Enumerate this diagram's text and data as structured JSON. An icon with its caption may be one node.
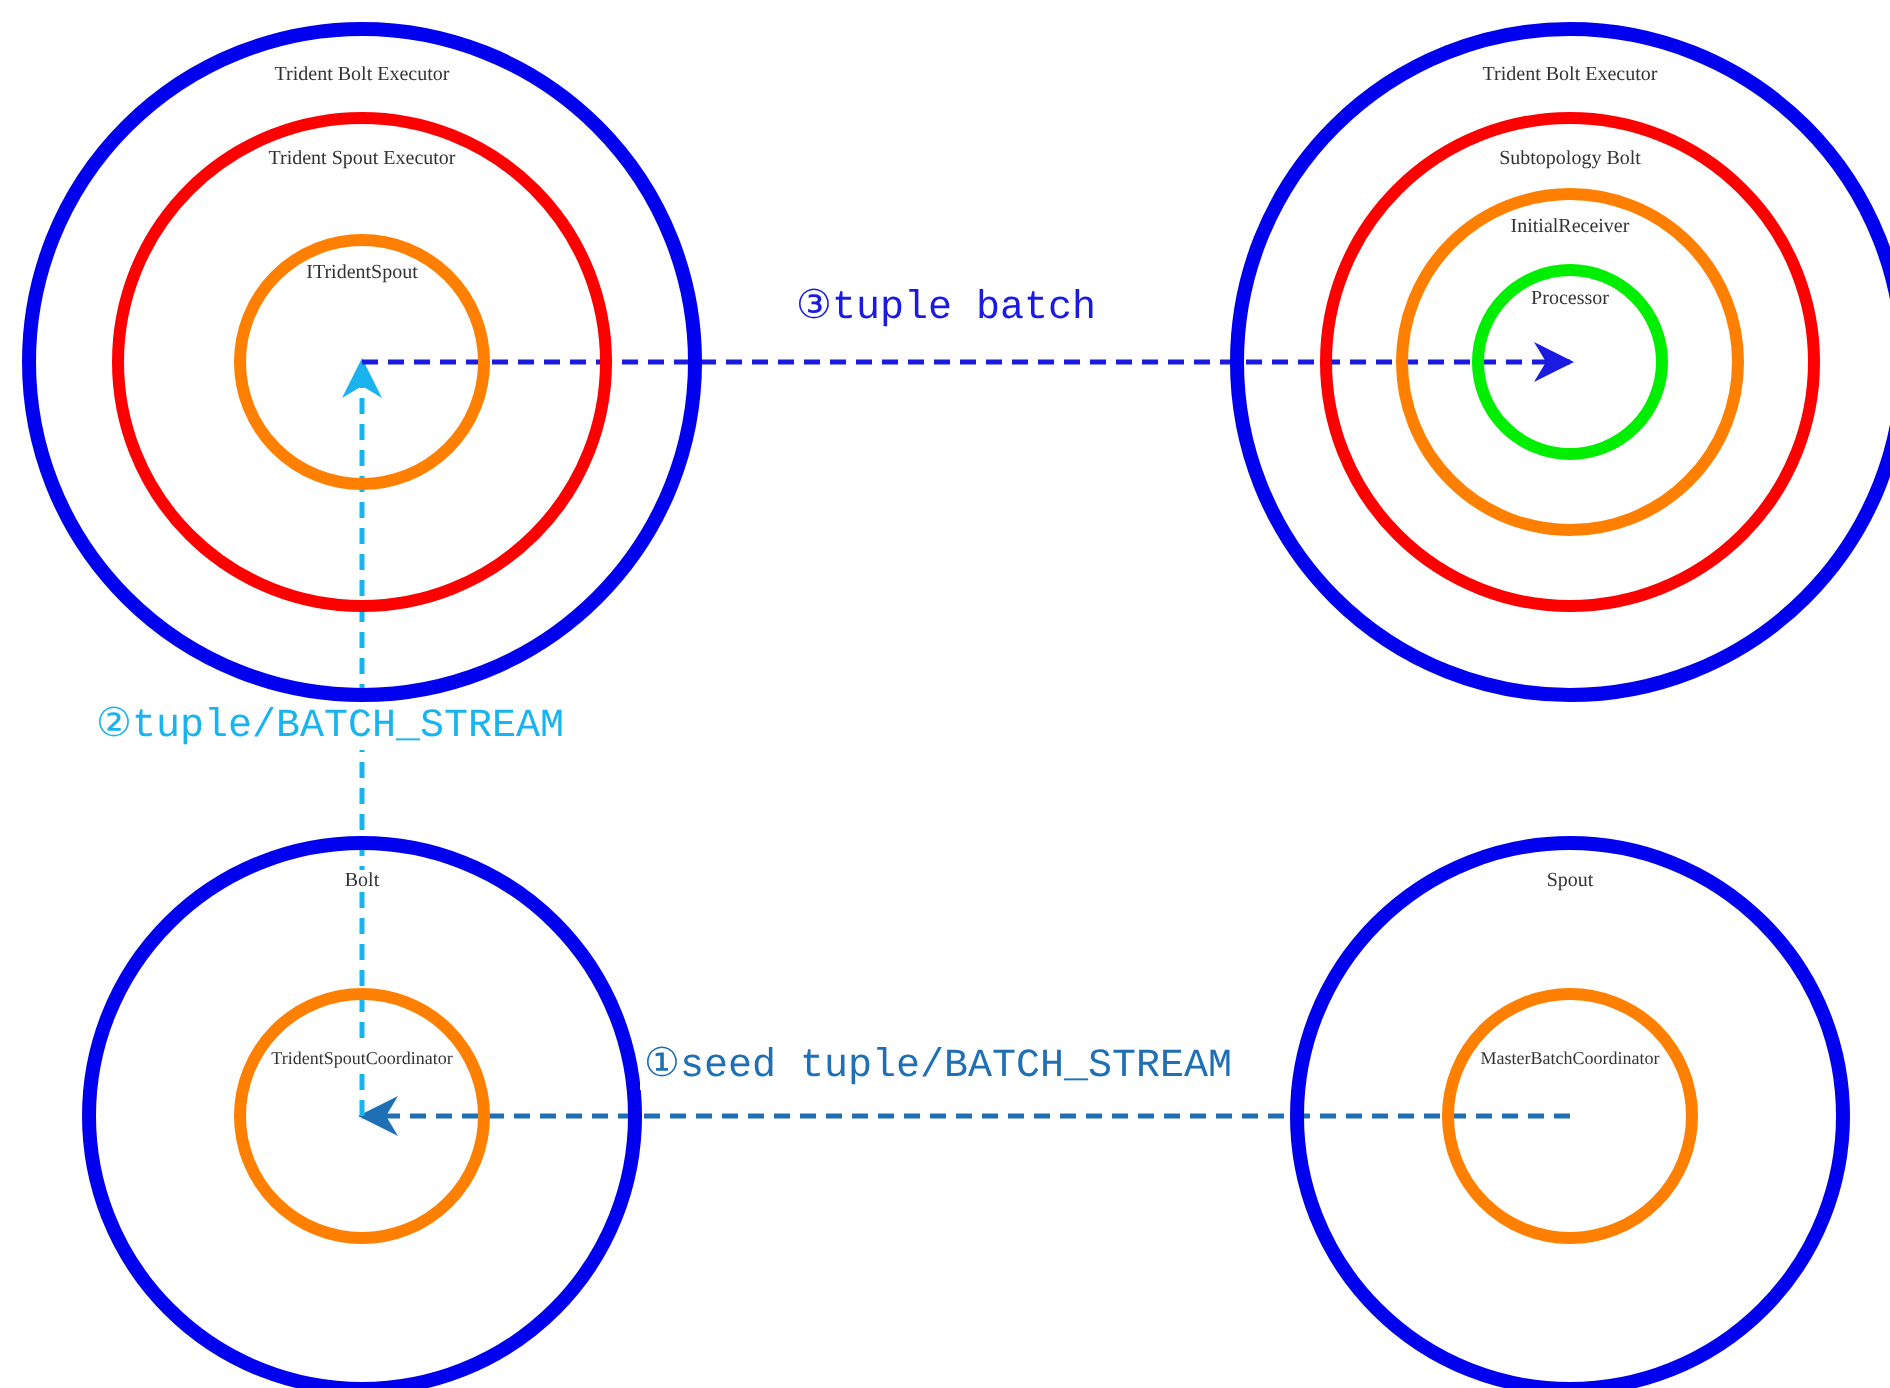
{
  "diagram": {
    "nodes": [
      {
        "text": [
          "Trident Bolt Executor"
        ]
      },
      {
        "text": [
          "Trident Spout Executor"
        ],
        "in": 0
      },
      {
        "text": [
          "ITridentSpout"
        ],
        "in": 1
      },
      {
        "text": [
          "Trident Bolt Executor"
        ]
      },
      {
        "text": [
          "Subtopology Bolt"
        ],
        "in": 3
      },
      {
        "text": [
          "InitialReceiver"
        ],
        "in": 4
      },
      {
        "text": [
          "Processor"
        ],
        "in": 5
      },
      {
        "text": [
          "Bolt"
        ]
      },
      {
        "text": [
          "TridentSpoutCoordinator"
        ],
        "in": 7
      },
      {
        "text": [
          "Spout"
        ]
      },
      {
        "text": [
          "MasterBatchCoordinator"
        ],
        "in": 9
      }
    ],
    "edges": [
      {
        "from": 10,
        "to": 8,
        "arrow": "to",
        "label": "①seed tuple/BATCH_STREAM",
        "style": "dashed",
        "color": "#1f6fb4"
      },
      {
        "from": 8,
        "to": 2,
        "arrow": "to",
        "label": "②tuple/BATCH_STREAM",
        "style": "dashed",
        "color": "#19b4f0"
      },
      {
        "from": 2,
        "to": 6,
        "arrow": "to",
        "label": "③tuple batch",
        "style": "dashed",
        "color": "#1a1ae0"
      }
    ]
  }
}
